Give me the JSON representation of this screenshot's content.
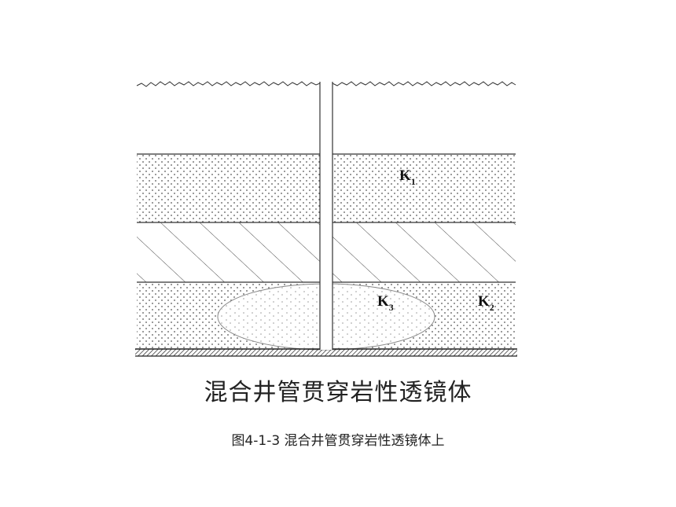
{
  "diagram": {
    "title": "混合井管贯穿岩性透镜体",
    "caption": "图4-1-3  混合井管贯穿岩性透镜体上",
    "labels": {
      "k1": {
        "main": "K",
        "sub": "1"
      },
      "k2": {
        "main": "K",
        "sub": "2"
      },
      "k3": {
        "main": "K",
        "sub": "3"
      }
    },
    "layers": [
      "ground-surface",
      "sandy-aquifer-k1",
      "clay-aquitard",
      "sandy-aquifer-k2",
      "lens-k3",
      "impermeable-base"
    ],
    "colors": {
      "line": "#333333",
      "dots": "#555555",
      "lens": "#888888"
    }
  }
}
